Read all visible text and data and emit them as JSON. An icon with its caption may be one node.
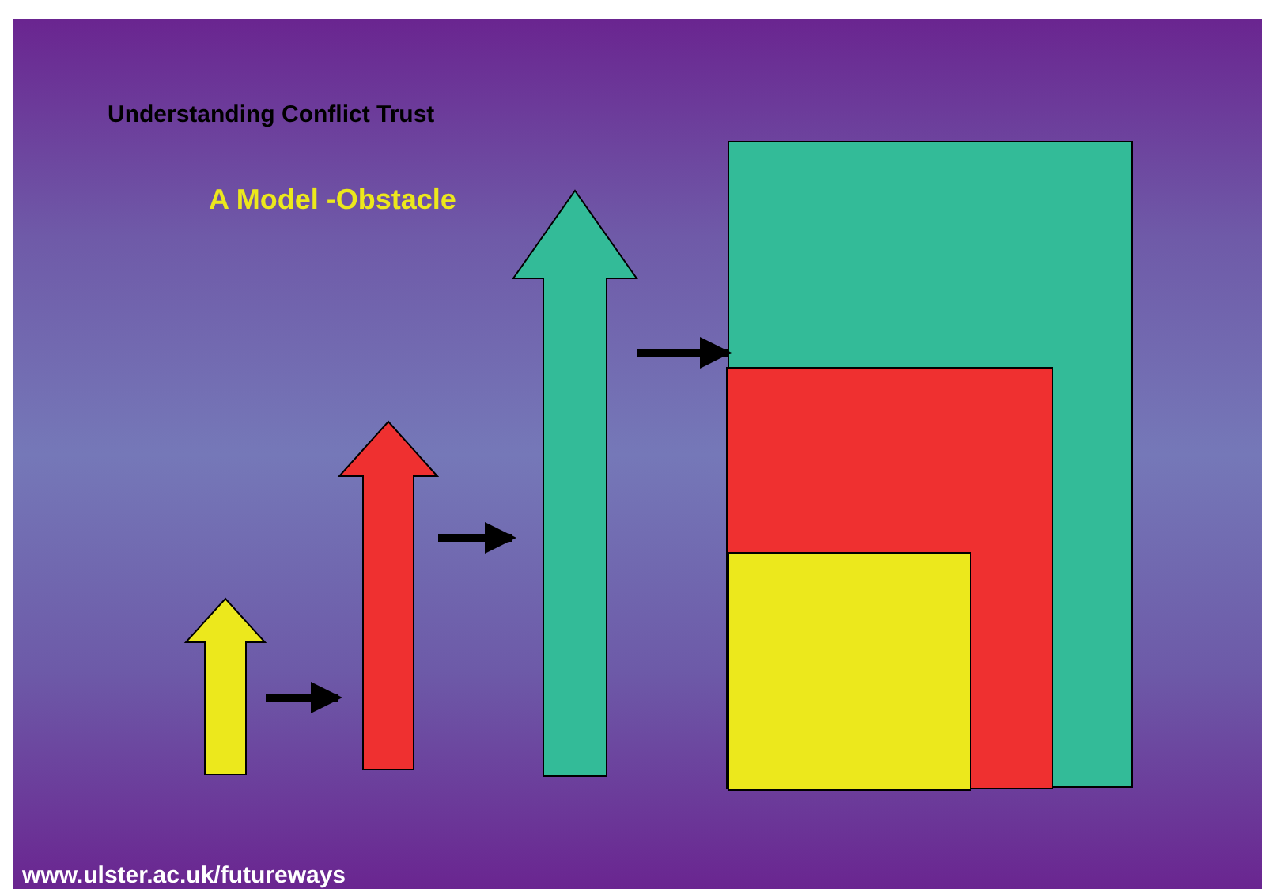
{
  "diagram": {
    "title": "Understanding Conflict Trust",
    "nodes": [
      {
        "text": [],
        "shape": "arrow"
      },
      {
        "text": [],
        "shape": "arrow"
      },
      {
        "text": [],
        "shape": "arrow"
      },
      {
        "text": [],
        "shape": "box"
      },
      {
        "text": [],
        "shape": "box",
        "in": 3
      },
      {
        "text": [],
        "shape": "box",
        "in": 4
      }
    ],
    "edges": [
      {
        "from": 0,
        "to": 1,
        "arrow": "to"
      },
      {
        "from": 1,
        "to": 2,
        "arrow": "to"
      },
      {
        "from": 2,
        "to": 3,
        "arrow": "to"
      }
    ],
    "labels": [
      "A Model -Obstacle",
      "www.ulster.ac.uk/futureways"
    ]
  }
}
